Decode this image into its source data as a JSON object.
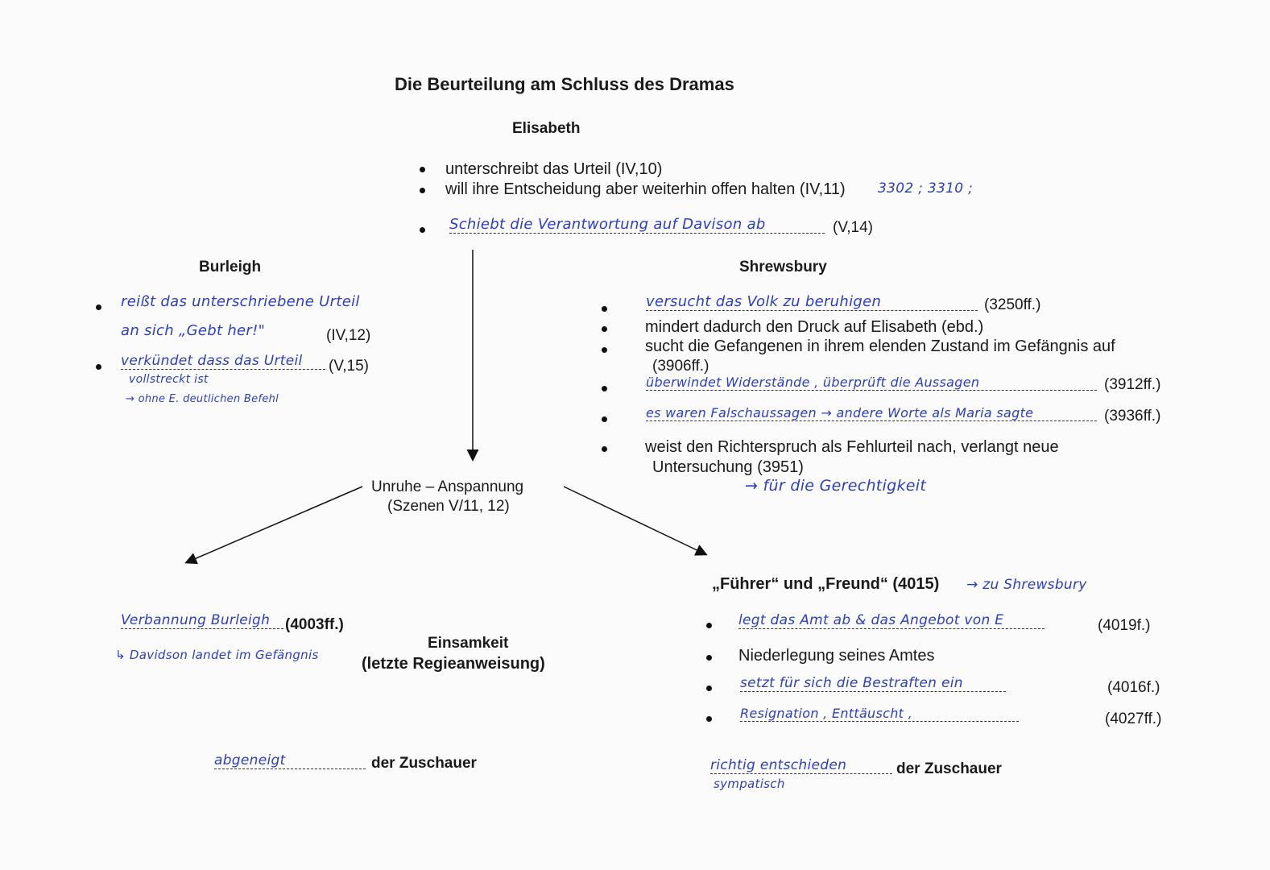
{
  "title": "Die Beurteilung am Schluss des Dramas",
  "elisabeth": {
    "heading": "Elisabeth",
    "items": [
      "unterschreibt das Urteil (IV,10)",
      "will ihre Entscheidung aber weiterhin offen halten (IV,11)"
    ],
    "hw_numbers": "3302 ; 3310 ;",
    "hw_item": "Schiebt die Verantwortung auf Davison ab",
    "ref_item3": "(V,14)"
  },
  "burleigh": {
    "heading": "Burleigh",
    "hw1a": "reißt das unterschriebene Urteil",
    "hw1b": "an sich „Gebt her!\"",
    "ref1": "(IV,12)",
    "hw2a": "verkündet dass das Urteil",
    "hw2b": "vollstreckt ist",
    "hw2c": "→ ohne E. deutlichen Befehl",
    "ref2": "(V,15)"
  },
  "shrewsbury": {
    "heading": "Shrewsbury",
    "hw1": "versucht das Volk zu beruhigen",
    "ref1": "(3250ff.)",
    "item2": "mindert dadurch den Druck auf Elisabeth (ebd.)",
    "item3a": "sucht die Gefangenen in ihrem elenden Zustand im Gefängnis auf",
    "item3b": "(3906ff.)",
    "hw4": "überwindet Widerstände , überprüft die Aussagen",
    "ref4": "(3912ff.)",
    "hw5": "es waren Falschaussagen → andere Worte als Maria sagte",
    "ref5": "(3936ff.)",
    "item6a": "weist den Richterspruch als Fehlurteil nach, verlangt neue",
    "item6b": "Untersuchung (3951)",
    "hw6": "→ für die Gerechtigkeit"
  },
  "center": {
    "line1": "Unruhe – Anspannung",
    "line2": "(Szenen V/11, 12)"
  },
  "left_bottom": {
    "hw1": "Verbannung Burleigh",
    "ref1": "(4003ff.)",
    "hw2": "↳ Davidson landet im Gefängnis",
    "einsamkeit1": "Einsamkeit",
    "einsamkeit2": "(letzte Regieanweisung)",
    "hw3": "abgeneigt",
    "zuschauer": "der Zuschauer"
  },
  "right_bottom": {
    "heading": "„Führer“ und „Freund“ (4015)",
    "hw_heading": "→ zu Shrewsbury",
    "hw1": "legt das Amt ab & das Angebot von E",
    "ref1": "(4019f.)",
    "item2": "Niederlegung seines Amtes",
    "hw3": "setzt für sich die Bestraften ein",
    "ref3": "(4016f.)",
    "hw4": "Resignation , Enttäuscht ,",
    "ref4": "(4027ff.)",
    "hw5a": "richtig entschieden",
    "hw5b": "sympatisch",
    "zuschauer": "der Zuschauer"
  },
  "colors": {
    "ink": "#1a1a1a",
    "pen": "#2c3fb8",
    "paper": "#fbfbfb"
  }
}
